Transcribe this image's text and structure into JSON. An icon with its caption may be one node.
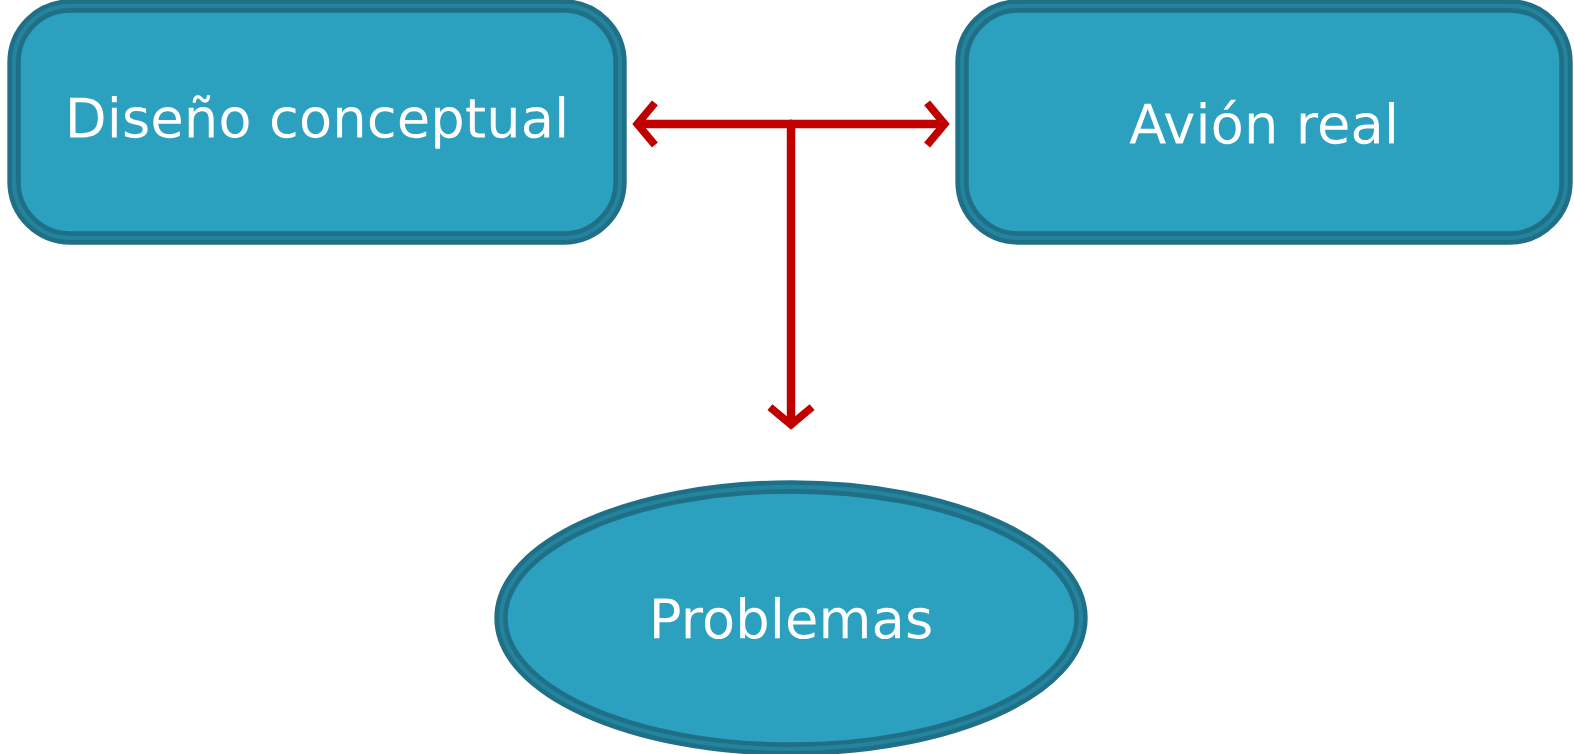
{
  "diagram": {
    "nodes": [
      {
        "text": [
          "Diseño conceptual"
        ]
      },
      {
        "text": [
          "Avión real"
        ]
      },
      {
        "text": [
          "Problemas"
        ]
      }
    ],
    "edges": [
      {
        "from": null,
        "to": 0,
        "arrow": "to",
        "color": "#c00000"
      },
      {
        "from": null,
        "to": 1,
        "arrow": "to",
        "color": "#c00000"
      },
      {
        "from": null,
        "to": 2,
        "arrow": "to",
        "color": "#c00000"
      }
    ]
  }
}
